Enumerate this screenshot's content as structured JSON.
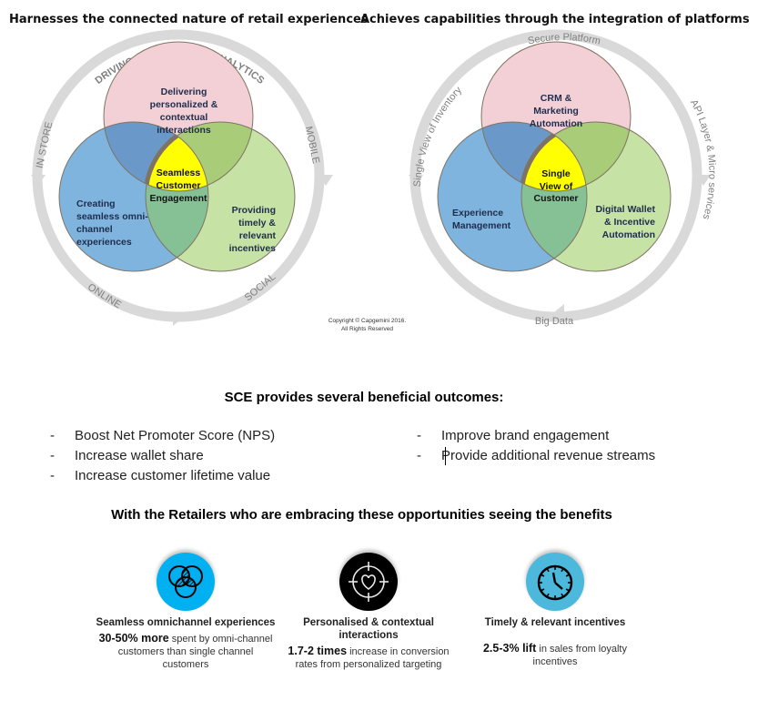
{
  "left_diagram": {
    "heading": "Harnesses the connected nature of retail experiences",
    "ring_labels": {
      "top": "DRIVING INSIGHT FROM ANALYTICS",
      "left": "IN STORE",
      "right": "MOBILE",
      "bottom_left": "ONLINE",
      "bottom_right": "SOCIAL"
    },
    "circles": {
      "top": [
        "Delivering",
        "personalized &",
        "contextual",
        "interactions"
      ],
      "left": [
        "Creating",
        "seamless omni-",
        "channel",
        "experiences"
      ],
      "right": [
        "Providing",
        "timely &",
        "relevant",
        "incentives"
      ]
    },
    "center": [
      "Seamless",
      "Customer",
      "Engagement"
    ]
  },
  "right_diagram": {
    "heading": "Achieves capabilities through the integration of platforms",
    "ring_labels": {
      "top": "Secure Platform",
      "left": "Single View of Inventory",
      "right": "API Layer & Micro services",
      "bottom": "Big Data"
    },
    "circles": {
      "top": [
        "CRM &",
        "Marketing",
        "Automation"
      ],
      "left": [
        "Experience",
        "Management"
      ],
      "right": [
        "Digital Wallet",
        "& Incentive",
        "Automation"
      ]
    },
    "center": [
      "Single",
      "View of",
      "Customer"
    ]
  },
  "copyright": [
    "Copyright © Capgemini 2016.",
    "All Rights Reserved"
  ],
  "colors": {
    "pink": "#f2d0d6",
    "blue": "#7eb4de",
    "green": "#c6e2a4",
    "blue_pink_overlap": "#6a98c8",
    "green_pink_overlap": "#a8cc78",
    "blue_green_overlap": "#86c196",
    "center_yellow": "#ffff00",
    "ring_gray": "#d9d9d9",
    "icon_blue": "#00b0f0",
    "icon_lightblue": "#4bb8dc",
    "icon_black": "#000000"
  },
  "outcomes": {
    "title": "SCE provides several beneficial outcomes:",
    "left_items": [
      "Boost Net Promoter Score (NPS)",
      "Increase wallet share",
      "Increase customer lifetime value"
    ],
    "right_items": [
      "Improve brand engagement",
      "Provide additional revenue streams"
    ],
    "bullet_marker": "-"
  },
  "benefits": {
    "title": "With the Retailers who are embracing these opportunities seeing the benefits",
    "cards": [
      {
        "icon": "overlapping-circles-icon",
        "title": "Seamless omnichannel experiences",
        "stat": "30-50% more",
        "text": " spent by omni-channel customers than single channel customers"
      },
      {
        "icon": "target-heart-icon",
        "title": "Personalised & contextual interactions",
        "stat": "1.7-2 times",
        "text": " increase in conversion rates from personalized targeting"
      },
      {
        "icon": "clock-icon",
        "title": "Timely & relevant incentives",
        "stat": "2.5-3% lift",
        "text": " in sales from loyalty incentives"
      }
    ]
  }
}
